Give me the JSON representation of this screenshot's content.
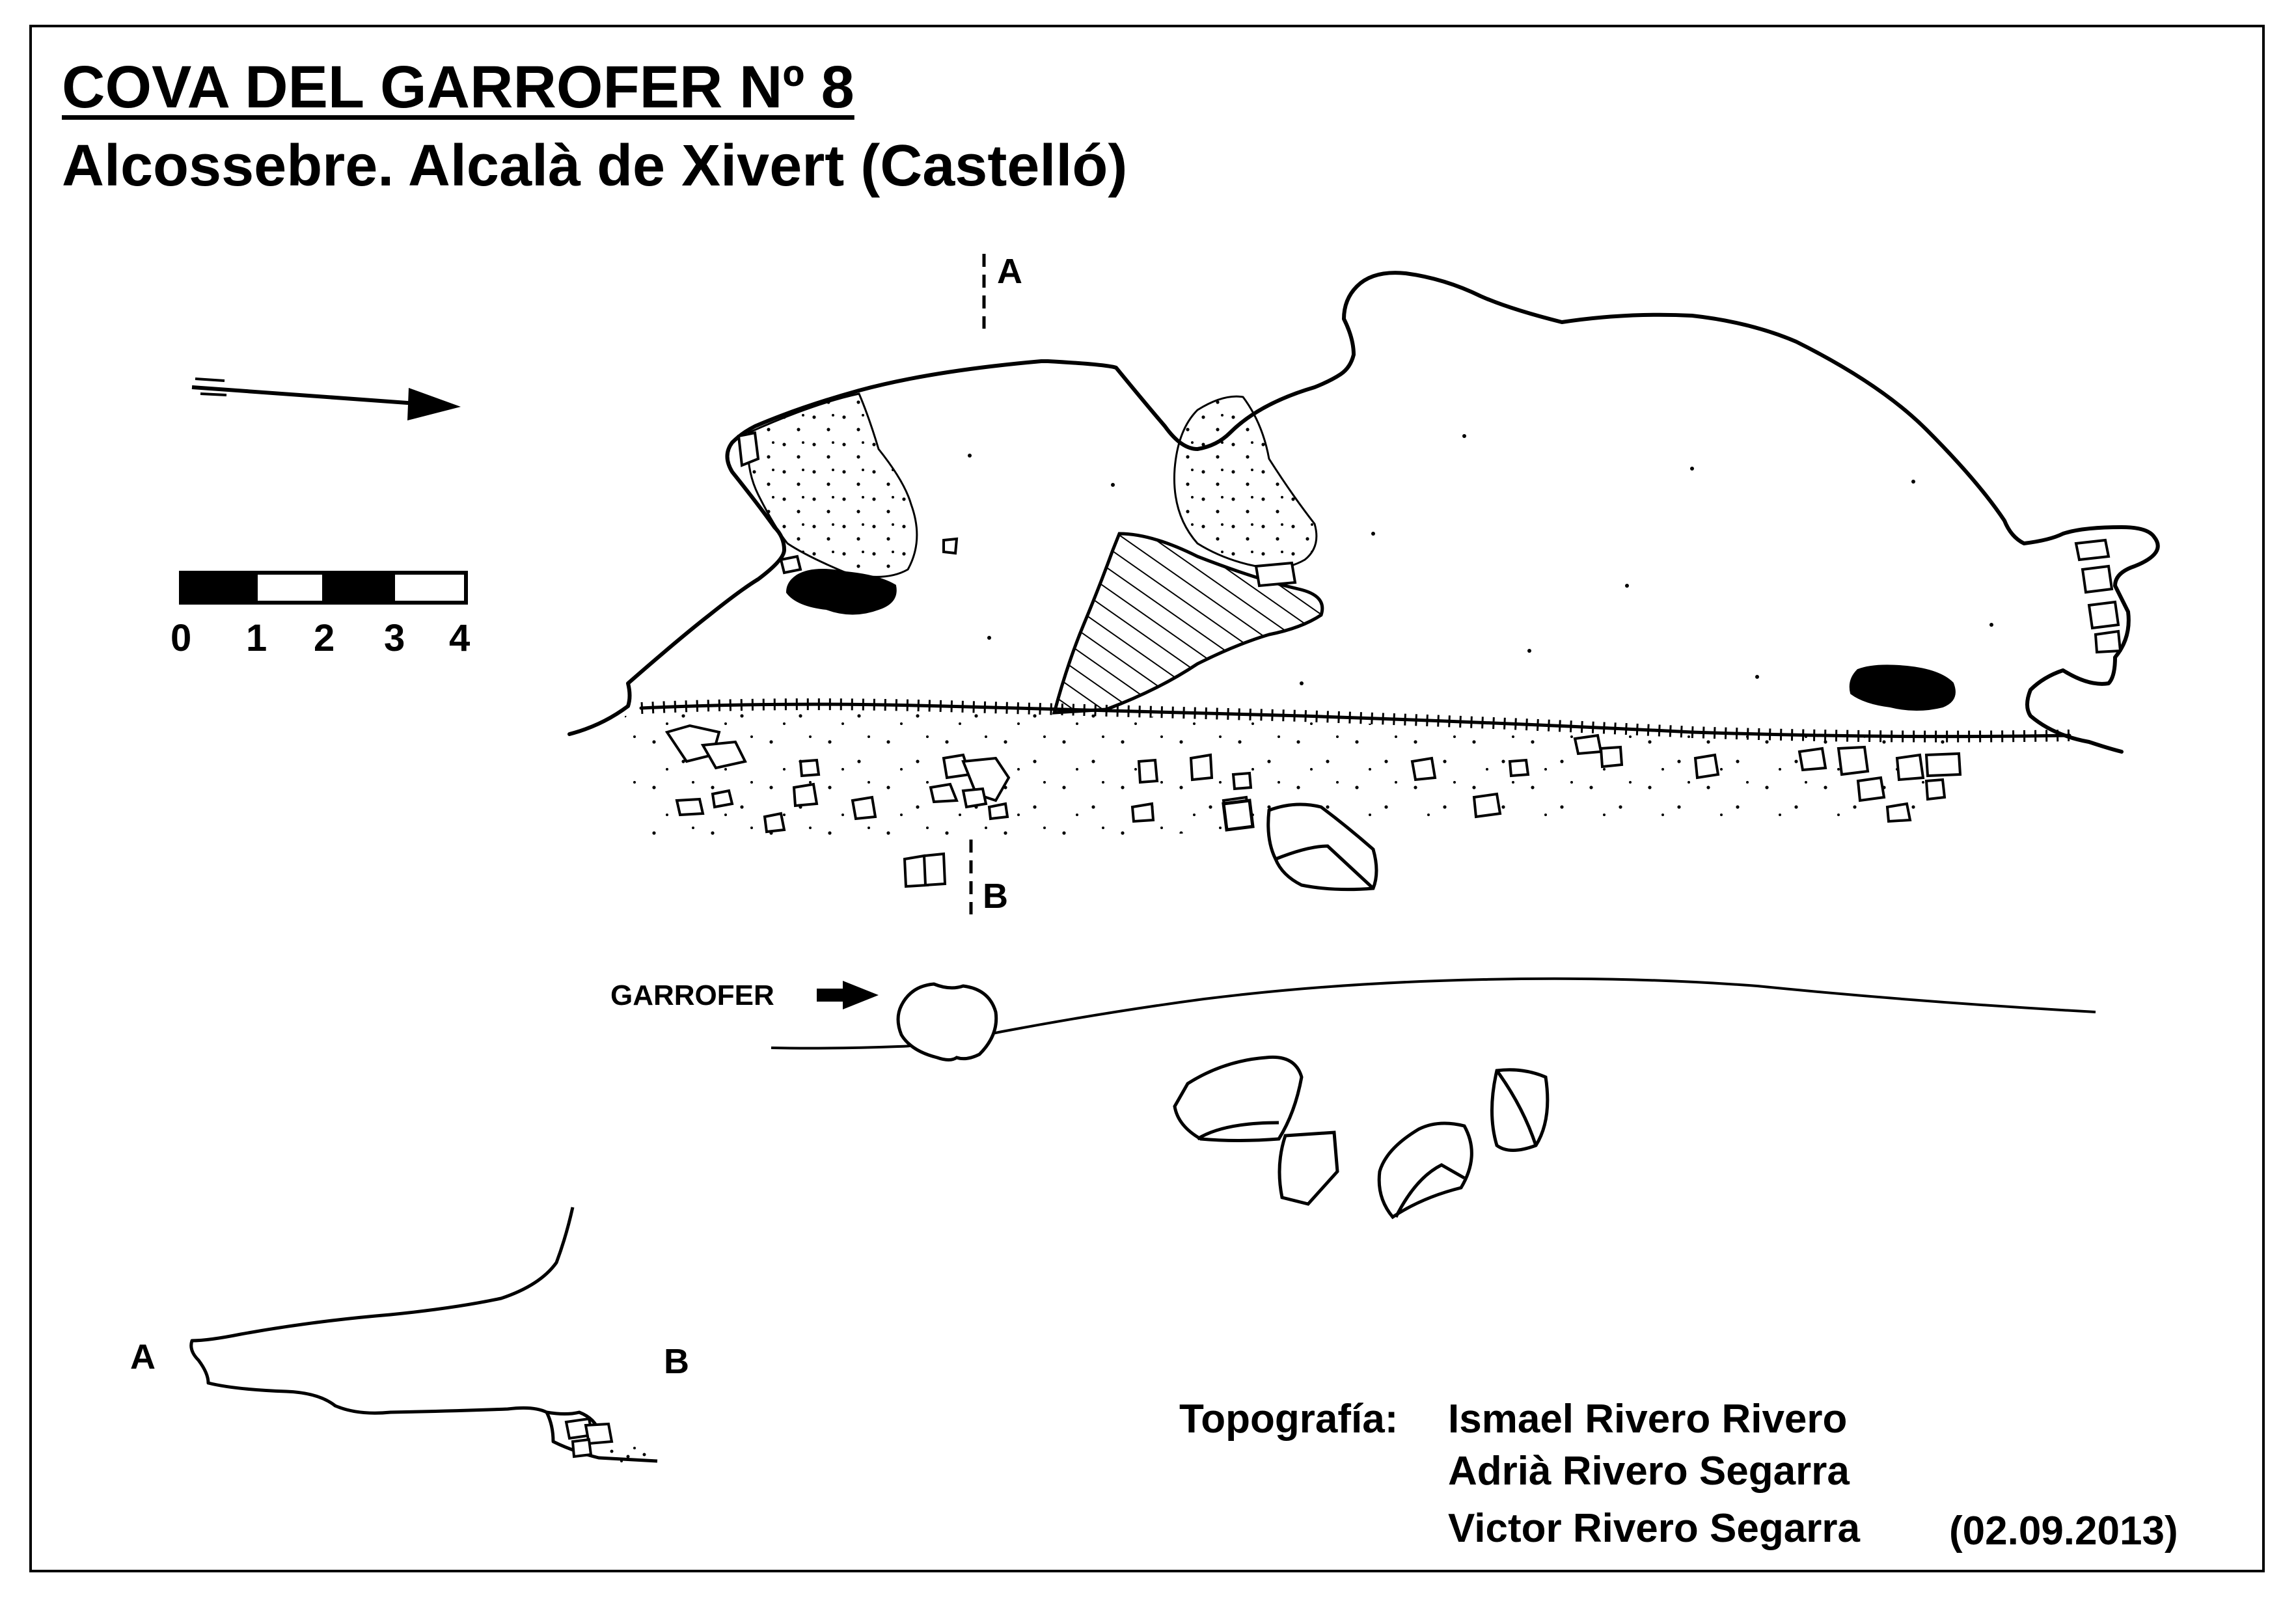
{
  "title": "COVA DEL GARROFER Nº 8",
  "subtitle": "Alcossebre. Alcalà de Xivert (Castelló)",
  "north_arrow": {
    "icon": "north-arrow-icon"
  },
  "scale_bar": {
    "labels": [
      "0",
      "1",
      "2",
      "3",
      "4"
    ]
  },
  "section_markers": {
    "top": "A",
    "bottom": "B"
  },
  "garrofer": {
    "label": "GARROFER",
    "icon": "arrow-right-icon"
  },
  "profile": {
    "left_label": "A",
    "right_label": "B"
  },
  "credits": {
    "label": "Topografía:",
    "names": [
      "Ismael Rivero Rivero",
      "Adrià Rivero Segarra",
      "Victor Rivero Segarra"
    ],
    "date": "(02.09.2013)"
  }
}
